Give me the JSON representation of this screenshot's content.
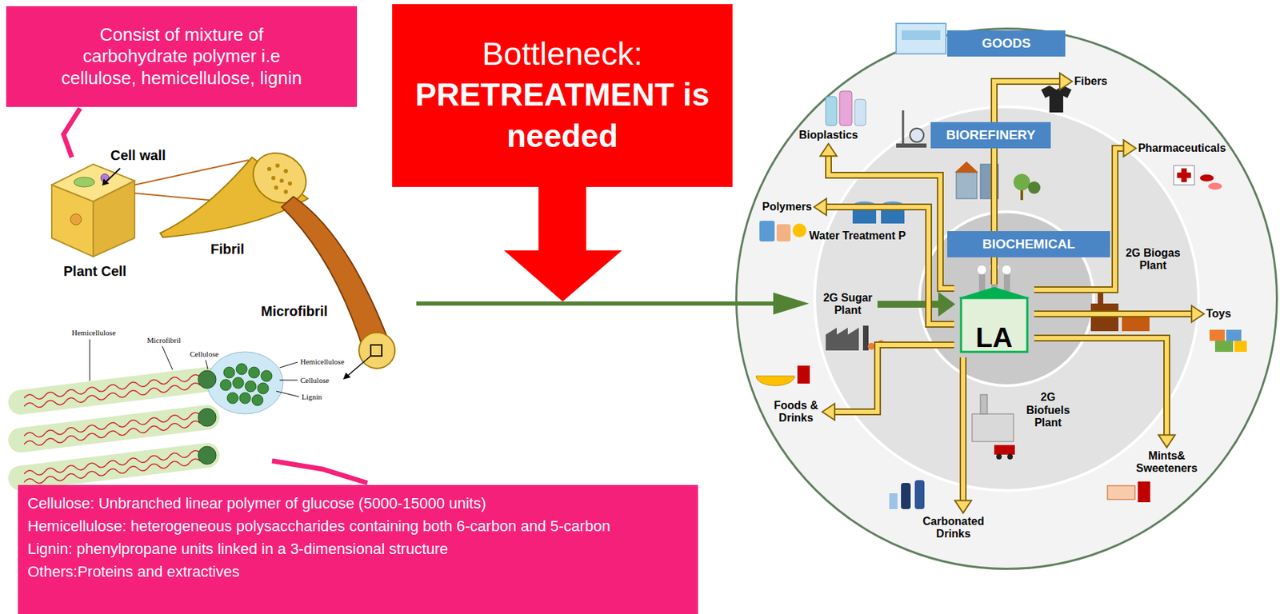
{
  "diagram": {
    "nodes": [
      {
        "text": [
          "Consist of mixture of carbohydrate polymer i.e cellulose, hemicellulose, lignin"
        ]
      },
      {
        "text": [
          "Bottleneck:",
          "PRETREATMENT is needed"
        ]
      },
      {
        "text": [
          "Cellulose: Unbranched linear polymer of glucose (5000-15000 units)",
          "Hemicellulose: heterogeneous polysaccharides containing both 6-carbon and 5-carbon",
          "Lignin: phenylpropane units linked in a 3-dimensional structure",
          "Others:Proteins and extractives"
        ]
      },
      {
        "text": [
          "GOODS"
        ]
      },
      {
        "text": [
          "BIOREFINERY"
        ],
        "in": 3
      },
      {
        "text": [
          "BIOCHEMICAL"
        ],
        "in": 4
      },
      {
        "text": [
          "LA"
        ],
        "in": 5
      },
      {
        "text": [
          "2G Sugar Plant"
        ],
        "in": 4
      },
      {
        "text": [
          "Water Treatment P"
        ],
        "in": 4
      },
      {
        "text": [
          "2G Biogas Plant"
        ],
        "in": 4
      },
      {
        "text": [
          "2G Biofuels Plant"
        ],
        "in": 4
      },
      {
        "text": [
          "Fibers"
        ],
        "in": 3
      },
      {
        "text": [
          "Bioplastics"
        ],
        "in": 3
      },
      {
        "text": [
          "Pharmaceuticals"
        ],
        "in": 3
      },
      {
        "text": [
          "Polymers"
        ],
        "in": 3
      },
      {
        "text": [
          "Toys"
        ],
        "in": 3
      },
      {
        "text": [
          "Foods & Drinks"
        ],
        "in": 3
      },
      {
        "text": [
          "Mints& Sweeteners"
        ],
        "in": 3
      },
      {
        "text": [
          "Carbonated Drinks"
        ],
        "in": 3
      }
    ],
    "edges": [
      {
        "from": 7,
        "to": 6,
        "arrow": "to"
      },
      {
        "from": 6,
        "to": 11,
        "arrow": "to"
      },
      {
        "from": 6,
        "to": 12,
        "arrow": "to"
      },
      {
        "from": 6,
        "to": 13,
        "arrow": "to"
      },
      {
        "from": 6,
        "to": 14,
        "arrow": "to"
      },
      {
        "from": 6,
        "to": 15,
        "arrow": "to"
      },
      {
        "from": 6,
        "to": 16,
        "arrow": "to"
      },
      {
        "from": 6,
        "to": 17,
        "arrow": "to"
      },
      {
        "from": 6,
        "to": 18,
        "arrow": "to"
      }
    ],
    "labels": [
      "Cell wall",
      "Fibril",
      "Plant Cell",
      "Microfibril",
      "Hemicellulose",
      "Microfibril",
      "Cellulose",
      "Hemicellulose",
      "Cellulose",
      "Lignin"
    ]
  }
}
